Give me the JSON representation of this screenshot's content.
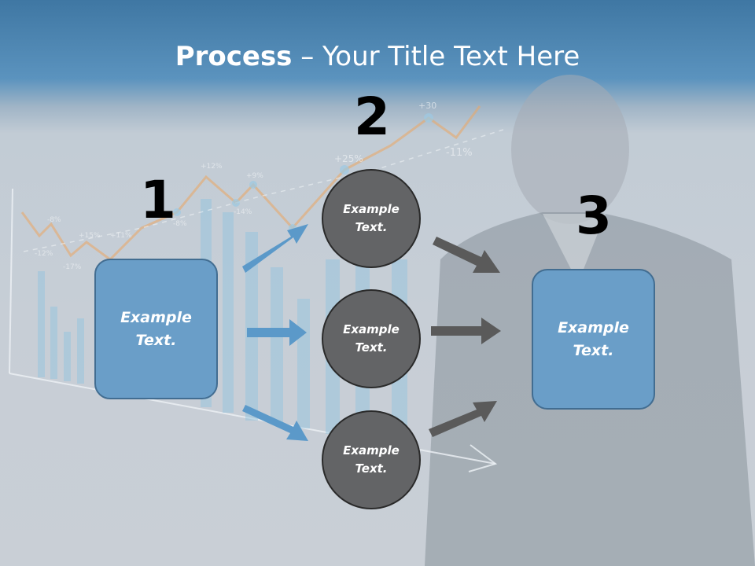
{
  "title": {
    "bold": "Process",
    "rest": " – Your Title Text Here"
  },
  "steps": {
    "one": "1",
    "two": "2",
    "three": "3"
  },
  "left_box": {
    "line1": "Example",
    "line2": "Text."
  },
  "right_box": {
    "line1": "Example",
    "line2": "Text."
  },
  "circles": [
    {
      "line1": "Example",
      "line2": "Text."
    },
    {
      "line1": "Example",
      "line2": "Text."
    },
    {
      "line1": "Example",
      "line2": "Text."
    }
  ],
  "background_labels": [
    "+12%",
    "+9%",
    "-14%",
    "+25%",
    "-11%",
    "+30",
    "+15%",
    "+11%",
    "-8%",
    "-12%",
    "-17%",
    "-8%"
  ],
  "colors": {
    "blue_box": "#6a9ec8",
    "blue_arrow": "#5b99c9",
    "gray_circle": "#636466",
    "gray_arrow": "#5a5a5a"
  }
}
